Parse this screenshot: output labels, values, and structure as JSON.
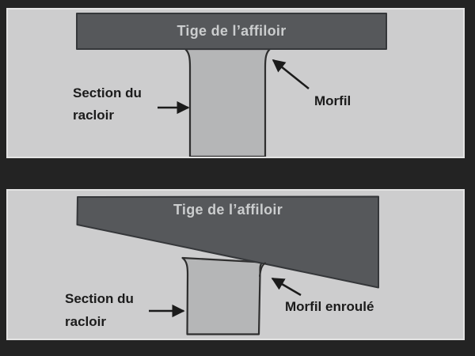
{
  "colors": {
    "bg": "#232323",
    "panel": "#cdcdce",
    "panel-edge": "#e3e3e3",
    "rod": "#56585b",
    "rod-border": "#35373a",
    "scraper": "#b5b6b7",
    "scraper-border": "#2e2e2e",
    "ink": "#1b1b1b",
    "rod-text": "#cbcdce"
  },
  "panels": [
    {
      "name": "burr-straight",
      "rod_label": "Tige de l’affiloir",
      "scraper_label_line1": "Section du",
      "scraper_label_line2": "racloir",
      "burr_label": "Morfil"
    },
    {
      "name": "burr-rolled",
      "rod_label": "Tige de l’affiloir",
      "scraper_label_line1": "Section du",
      "scraper_label_line2": "racloir",
      "burr_label": "Morfil enroulé"
    }
  ]
}
